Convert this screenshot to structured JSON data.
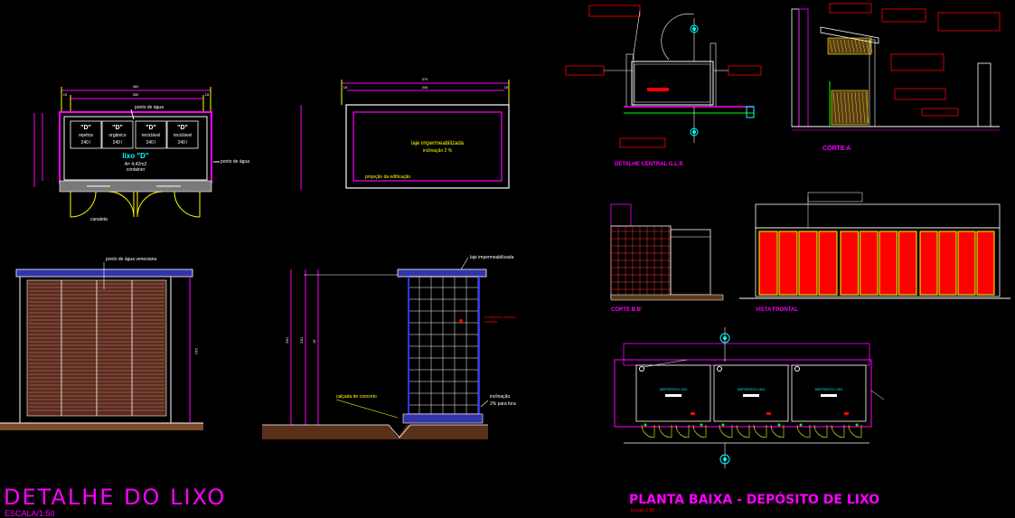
{
  "colors": {
    "background": "#000000",
    "white": "#ffffff",
    "yellow": "#ffff00",
    "magenta": "#ff00ff",
    "red": "#ff0000",
    "cyan": "#00ffff",
    "green": "#00ff00",
    "blue": "#3333ff",
    "brown": "#7a4a2a",
    "dim_line": "#c8a000"
  },
  "titles": {
    "main_title": "DETALHE DO LIXO",
    "main_scale": "ESCALA/1:50",
    "plan_title": "PLANTA BAIXA - DEPÓSITO DE LIXO",
    "plan_scale": "Escala 1:50"
  },
  "view1": {
    "bins": [
      {
        "code": "\"D\"",
        "type": "rejeitos",
        "vol": "240 l"
      },
      {
        "code": "\"D\"",
        "type": "orgânico",
        "vol": "240 l"
      },
      {
        "code": "\"D\"",
        "type": "reciclável",
        "vol": "240 l"
      },
      {
        "code": "\"D\"",
        "type": "reciclável",
        "vol": "240 l"
      }
    ],
    "title": "lixo \"D\"",
    "area": "A= 4,42m2",
    "type": "container",
    "water_top": "ponto de água",
    "water_right": "ponto de água",
    "canaleta": "canaleta",
    "dims_top": [
      "460",
      "350",
      "15",
      "15"
    ]
  },
  "view2": {
    "slab": "laje impermeabilizada",
    "slope": "inclinação 2 %",
    "projection": "projeção da edificação",
    "dims_top": [
      "370",
      "340",
      "15",
      "15"
    ]
  },
  "view3": {
    "note": "ponto de água veneziana",
    "height": "210"
  },
  "view4": {
    "slab": "laje impermeabilizada",
    "floor": "cerâmica",
    "tile": "revestimento cerâmico",
    "concrete": "calçada de concreto",
    "slope_note": "inclinação",
    "slope_value": "2% para fora",
    "dims": [
      "240",
      "210",
      "15"
    ]
  },
  "sections": {
    "detail_title": "DETALHE CENTRAL G.L.P.",
    "corte_a": "CORTE A",
    "corte_b": "CORTE B B'",
    "vista_frontal": "VISTA FRONTAL"
  },
  "plan": {
    "rooms": [
      "DEPÓSITO LIXO",
      "DEPÓSITO LIXO",
      "DEPÓSITO LIXO"
    ]
  }
}
